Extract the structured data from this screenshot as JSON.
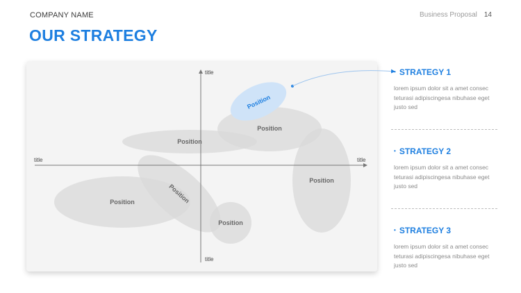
{
  "header": {
    "company": "COMPANY NAME",
    "doc_title": "Business Proposal",
    "page_number": "14"
  },
  "slide_title": "OUR STRATEGY",
  "map": {
    "axis_labels": {
      "top": "title",
      "bottom": "title",
      "left": "title",
      "right": "title"
    },
    "bubbles": [
      {
        "label": "Position",
        "highlight": true
      },
      {
        "label": "Position",
        "highlight": false
      },
      {
        "label": "Position",
        "highlight": false
      },
      {
        "label": "Position",
        "highlight": false
      },
      {
        "label": "Position",
        "highlight": false
      },
      {
        "label": "Position",
        "highlight": false
      },
      {
        "label": "Position",
        "highlight": false
      }
    ],
    "colors": {
      "highlight_fill": "#cfe3f8",
      "highlight_text": "#1e7fe0",
      "bubble_fill": "#d9d9d9",
      "axis": "#777777"
    }
  },
  "strategies": [
    {
      "title": "STRATEGY 1",
      "body": "lorem ipsum dolor sit a amet consec teturasi adipiscingesa nibuhase eget justo sed"
    },
    {
      "title": "STRATEGY 2",
      "body": "lorem ipsum dolor sit a amet consec teturasi adipiscingesa nibuhase eget justo sed"
    },
    {
      "title": "STRATEGY 3",
      "body": "lorem ipsum dolor sit a amet consec teturasi adipiscingesa nibuhase eget justo sed"
    }
  ],
  "accent_color": "#1e7fe0"
}
